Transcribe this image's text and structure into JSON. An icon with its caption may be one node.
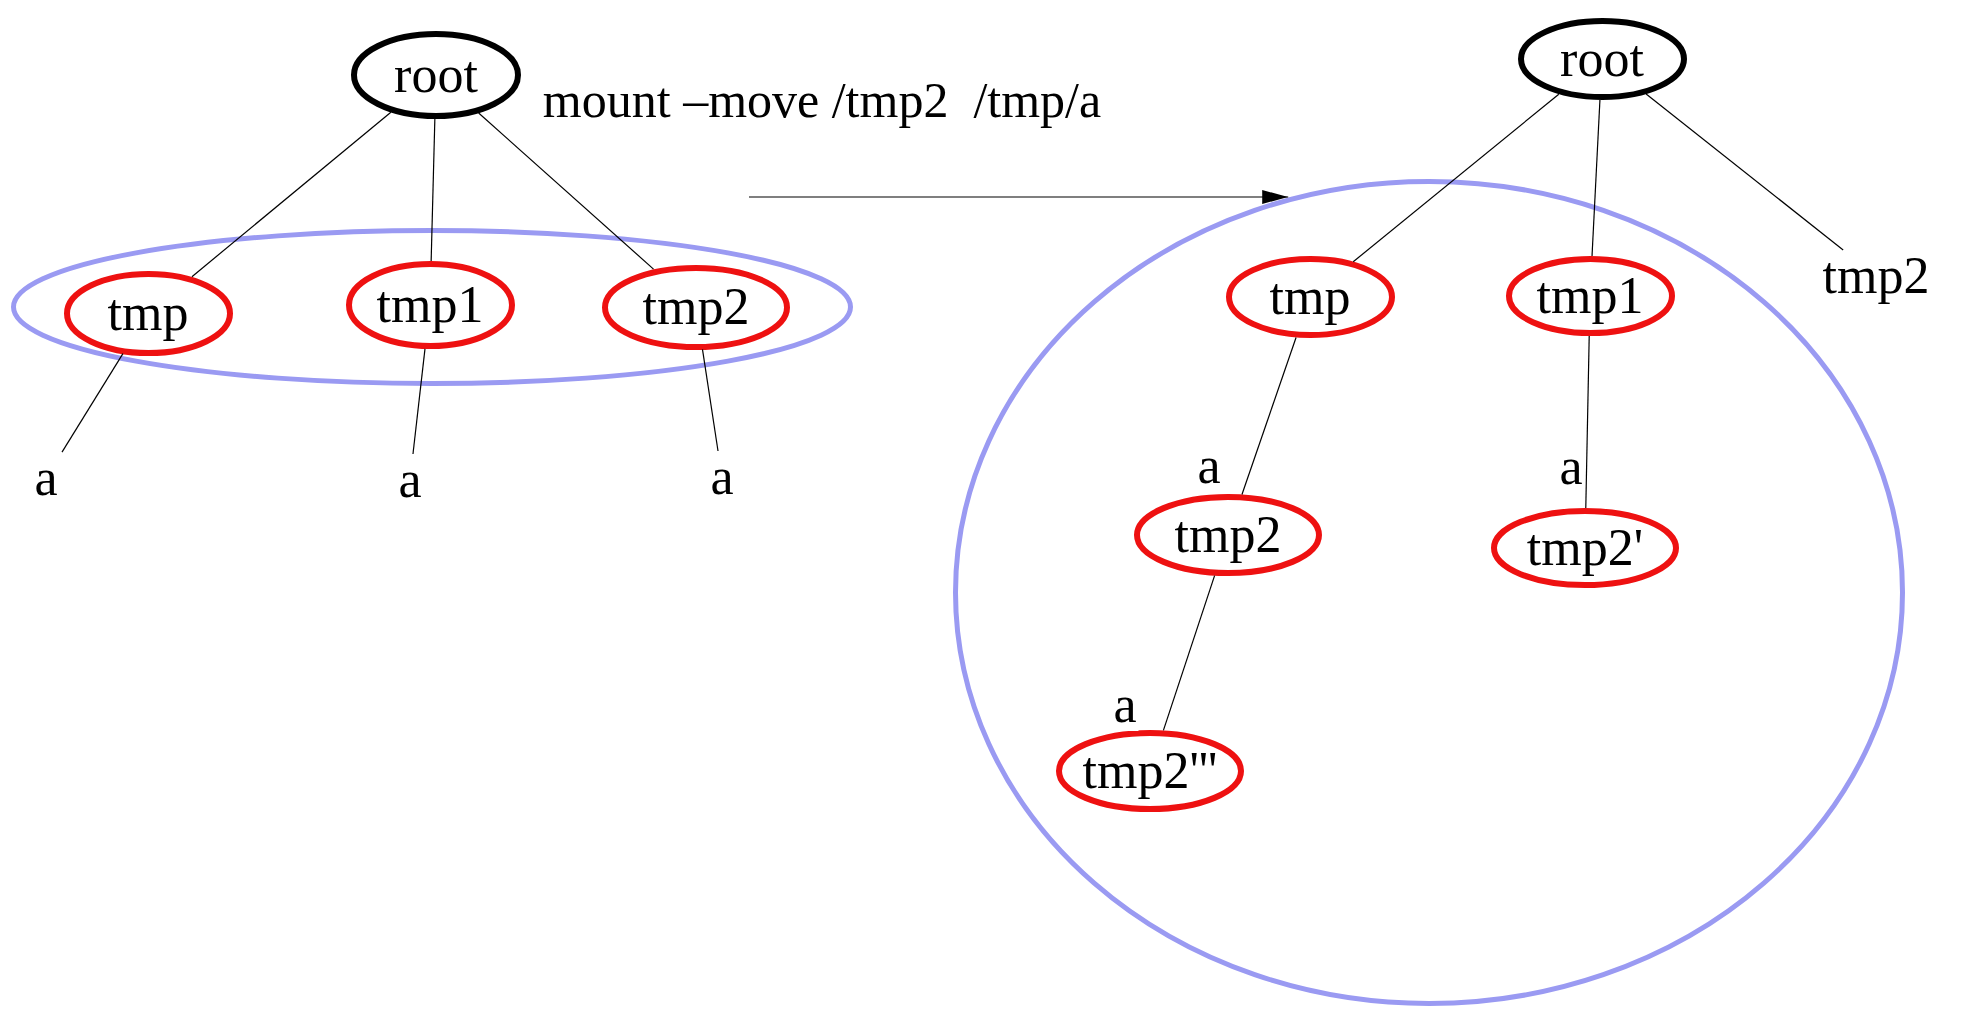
{
  "diagram": {
    "nodes": [
      {
        "text": [
          "root"
        ]
      },
      {
        "text": [],
        "shape": "ellipse"
      },
      {
        "text": [
          "tmp"
        ],
        "in": 1
      },
      {
        "text": [
          "tmp1"
        ],
        "in": 1
      },
      {
        "text": [
          "tmp2"
        ],
        "in": 1
      },
      {
        "text": [
          "a"
        ]
      },
      {
        "text": [
          "a"
        ]
      },
      {
        "text": [
          "a"
        ]
      },
      {
        "text": [
          "root"
        ]
      },
      {
        "text": [],
        "shape": "ellipse"
      },
      {
        "text": [
          "tmp"
        ],
        "in": 9
      },
      {
        "text": [
          "tmp1"
        ],
        "in": 9
      },
      {
        "text": [
          "tmp2"
        ]
      },
      {
        "text": [
          "tmp2"
        ],
        "in": 9
      },
      {
        "text": [
          "tmp2'"
        ],
        "in": 9
      },
      {
        "text": [
          "tmp2'''"
        ],
        "in": 9
      }
    ],
    "edges": [
      {
        "from": 0,
        "to": 2,
        "arrow": "none"
      },
      {
        "from": 0,
        "to": 3,
        "arrow": "none"
      },
      {
        "from": 0,
        "to": 4,
        "arrow": "none"
      },
      {
        "from": 2,
        "to": 5,
        "arrow": "none"
      },
      {
        "from": 3,
        "to": 6,
        "arrow": "none"
      },
      {
        "from": 4,
        "to": 7,
        "arrow": "none"
      },
      {
        "from": null,
        "to": 9,
        "arrow": "to",
        "label": "mount –move /tmp2  /tmp/a"
      },
      {
        "from": 8,
        "to": 10,
        "arrow": "none"
      },
      {
        "from": 8,
        "to": 11,
        "arrow": "none"
      },
      {
        "from": 8,
        "to": 12,
        "arrow": "none"
      },
      {
        "from": 10,
        "to": 13,
        "arrow": "none",
        "label": "a"
      },
      {
        "from": 11,
        "to": 14,
        "arrow": "none",
        "label": "a"
      },
      {
        "from": 13,
        "to": 15,
        "arrow": "none",
        "label": "a"
      }
    ]
  }
}
